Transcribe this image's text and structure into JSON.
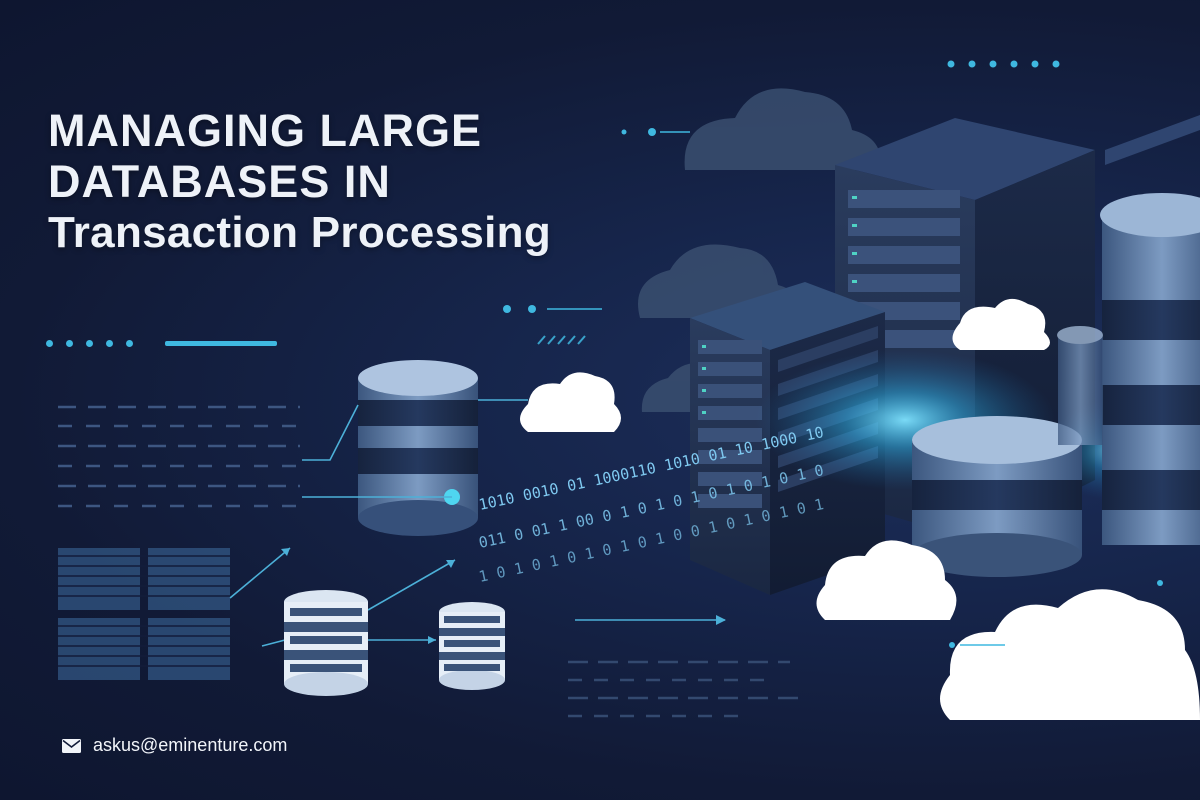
{
  "headline": {
    "line1": "MANAGING LARGE",
    "line2": "DATABASES IN",
    "line3": "Transaction Processing"
  },
  "binary_streams": [
    "1010 0010 01 1000110 1010 01 10 1000 10",
    "011 0 01 1 00 0 1 0 1 0 1 0 1 0 1 0 1 0",
    "1 0 1 0 1 0 1 0 1 0 1 0 0 1 0 1 0 1 0 1"
  ],
  "contact": {
    "icon": "envelope-icon",
    "email": "askus@eminenture.com"
  },
  "colors": {
    "background": "#121c3a",
    "accent": "#3fb8e0",
    "cloud": "#ffffff",
    "text": "#eef2f8"
  }
}
